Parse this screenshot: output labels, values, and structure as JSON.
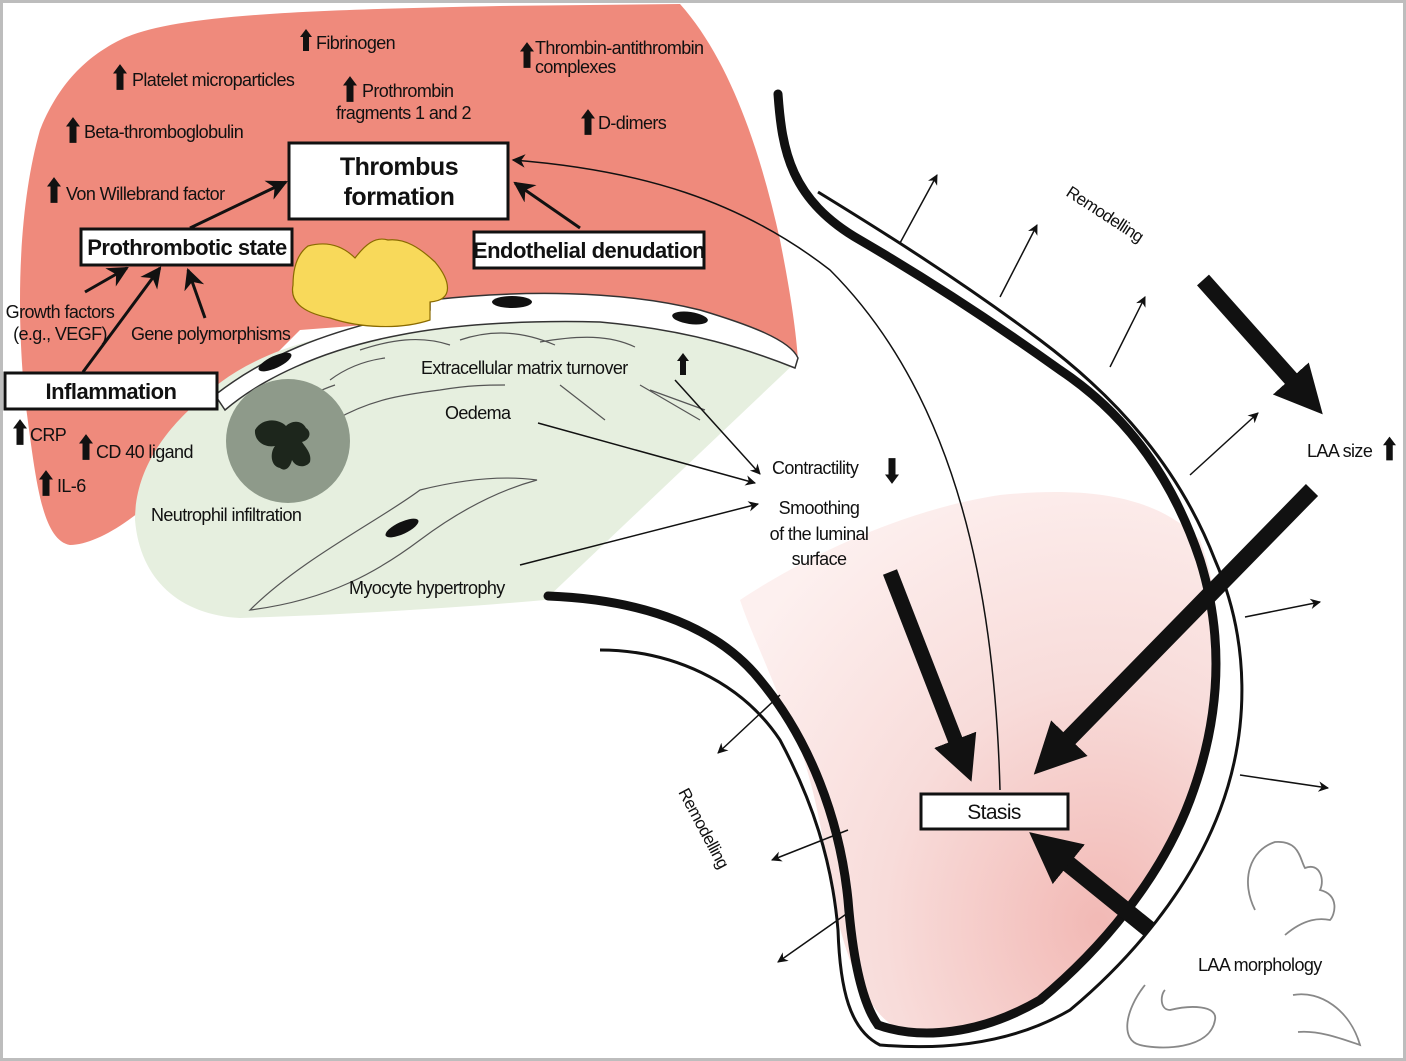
{
  "colors": {
    "tissue_red": "#ef8a7c",
    "matrix_green": "#e6efdf",
    "thrombus_yellow": "#f8d95a",
    "neutrophil_gray": "#8e9a8a",
    "lumen_pink": "#f6d2cf",
    "ink": "#111111"
  },
  "markers": {
    "fibrinogen": "Fibrinogen",
    "platelet_microparticles": "Platelet microparticles",
    "prothrombin_line1": "Prothrombin",
    "prothrombin_line2": "fragments 1 and 2",
    "tat_line1": "Thrombin-antithrombin",
    "tat_line2": "complexes",
    "d_dimers": "D-dimers",
    "beta_thromboglobulin": "Beta-thromboglobulin",
    "von_willebrand": "Von Willebrand factor",
    "crp": "CRP",
    "cd40_ligand": "CD 40 ligand",
    "il6": "IL-6"
  },
  "boxes": {
    "thrombus_line1": "Thrombus",
    "thrombus_line2": "formation",
    "prothrombotic_state": "Prothrombotic state",
    "endothelial_denudation": "Endothelial denudation",
    "inflammation": "Inflammation",
    "stasis": "Stasis"
  },
  "factors": {
    "growth_line1": "Growth factors",
    "growth_line2": "(e.g., VEGF)",
    "gene_polymorphisms": "Gene polymorphisms"
  },
  "tissue": {
    "ecm_turnover": "Extracellular matrix turnover",
    "oedema": "Oedema",
    "neutrophil_infiltration": "Neutrophil infiltration",
    "myocyte_hypertrophy": "Myocyte hypertrophy"
  },
  "effects": {
    "contractility": "Contractility",
    "smoothing_line1": "Smoothing",
    "smoothing_line2": "of the luminal",
    "smoothing_line3": "surface"
  },
  "laa": {
    "remodelling_top": "Remodelling",
    "remodelling_bottom": "Remodelling",
    "laa_size": "LAA size",
    "laa_morphology": "LAA morphology"
  },
  "indicators": {
    "increase": "up-arrow",
    "decrease": "down-arrow"
  }
}
